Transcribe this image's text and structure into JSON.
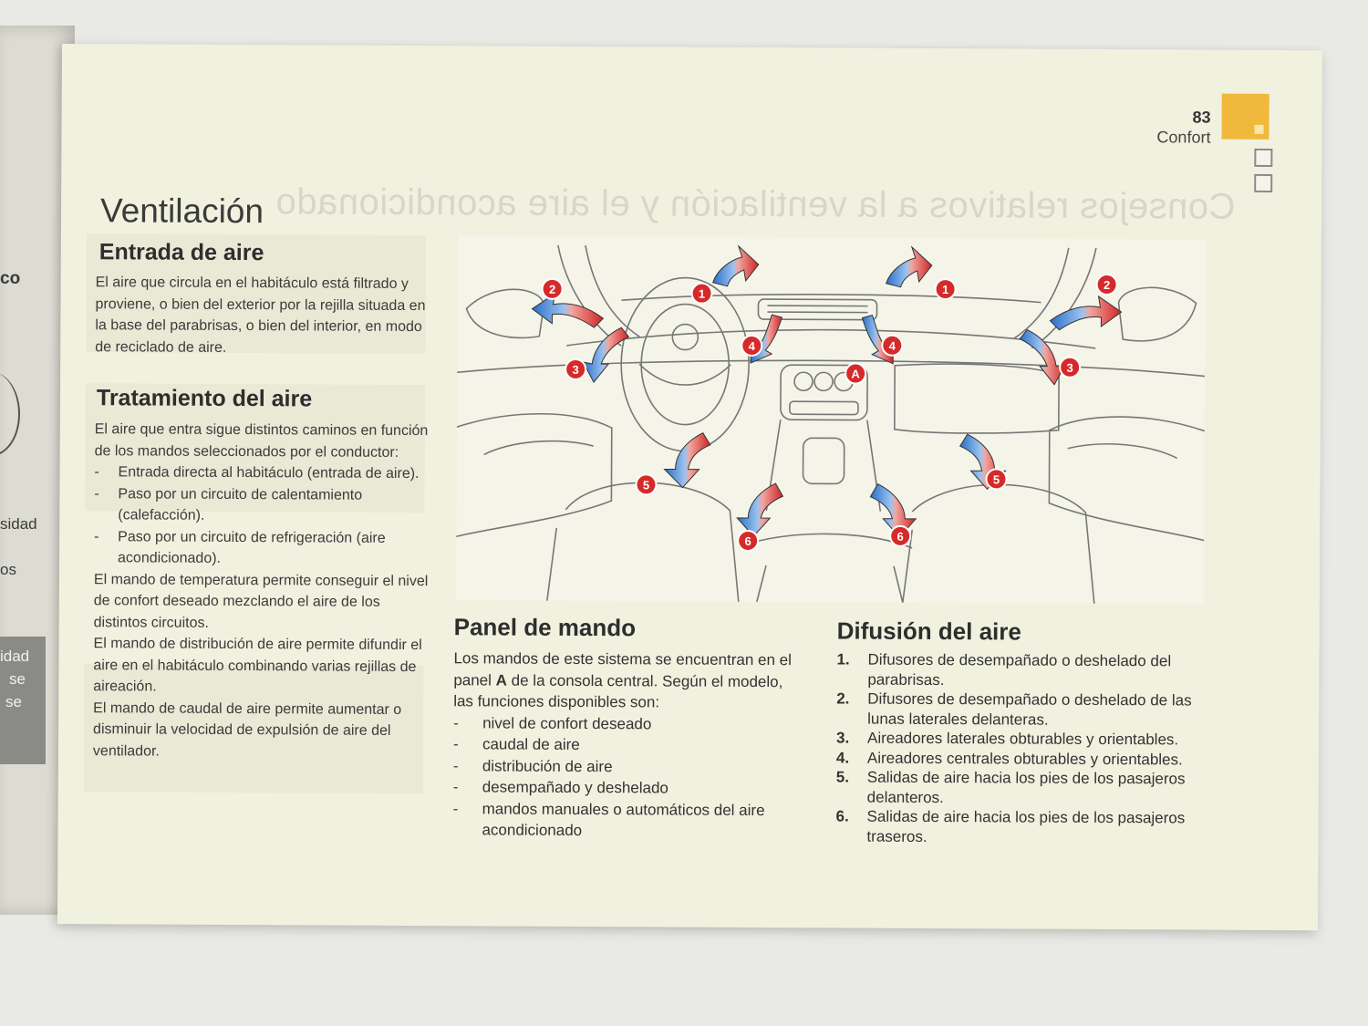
{
  "left_page": {
    "fragments": [
      "co",
      "sidad",
      "os",
      "idad",
      "se",
      "se"
    ]
  },
  "header": {
    "page_number": "83",
    "section": "Confort",
    "tab_color": "#f1b93c"
  },
  "ghost_title": "Consejos relativos a la ventilación y el aire acondicionado",
  "title": "Ventilación",
  "entrada": {
    "heading": "Entrada de aire",
    "text": "El aire que circula en el habitáculo está filtrado y proviene, o bien del exterior por la rejilla situada en la base del parabrisas, o bien del interior, en modo de reciclado de aire."
  },
  "tratamiento": {
    "heading": "Tratamiento del aire",
    "intro": "El aire que entra sigue distintos caminos en función de los mandos seleccionados por el conductor:",
    "items": [
      "Entrada directa al habitáculo (entrada de aire).",
      "Paso por un circuito de calentamiento (calefacción).",
      "Paso por un circuito de refrigeración (aire acondicionado)."
    ],
    "paragraphs": [
      "El mando de temperatura permite conseguir el nivel de confort deseado mezclando el aire de los distintos circuitos.",
      "El mando de distribución de aire permite difundir el aire en el habitáculo combinando varias rejillas de aireación.",
      "El mando de caudal de aire permite aumentar o disminuir la velocidad de expulsión de aire del ventilador."
    ]
  },
  "panel": {
    "heading": "Panel de mando",
    "intro_before": "Los mandos de este sistema se encuentran en el panel ",
    "intro_bold": "A",
    "intro_after": " de la consola central. Según el modelo, las funciones disponibles son:",
    "items": [
      "nivel de confort deseado",
      "caudal de aire",
      "distribución de aire",
      "desempañado y deshelado",
      "mandos manuales o automáticos del aire acondicionado"
    ]
  },
  "difusion": {
    "heading": "Difusión del aire",
    "items": [
      {
        "n": "1.",
        "text": "Difusores de desempañado o deshelado del parabrisas."
      },
      {
        "n": "2.",
        "text": "Difusores de desempañado o deshelado de las lunas laterales delanteras."
      },
      {
        "n": "3.",
        "text": "Aireadores laterales obturables y orientables."
      },
      {
        "n": "4.",
        "text": "Aireadores centrales obturables y orientables."
      },
      {
        "n": "5.",
        "text": "Salidas de aire hacia los pies de los pasajeros delanteros."
      },
      {
        "n": "6.",
        "text": "Salidas de aire hacia los pies de los pasajeros traseros."
      }
    ]
  },
  "diagram": {
    "badge_color": "#d62a2a",
    "badges": [
      "1",
      "1",
      "2",
      "2",
      "3",
      "3",
      "4",
      "4",
      "A",
      "5",
      "5",
      "6",
      "6"
    ]
  }
}
